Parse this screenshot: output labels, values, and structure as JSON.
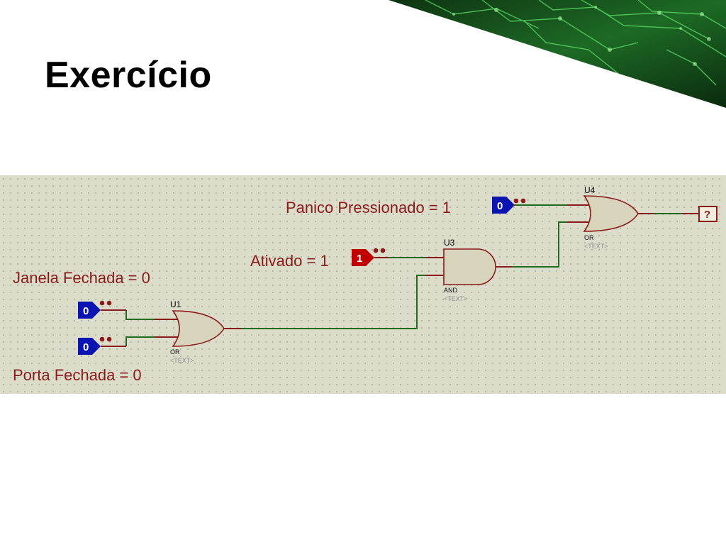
{
  "slide": {
    "title": "Exercício"
  },
  "colors": {
    "grid_background": "#dcdccb",
    "grid_dot": "#9a9a8a",
    "wire": "#1f6b1f",
    "pin": "#8b1a1a",
    "gate_fill": "#d8d3bb",
    "logic_low": "#0b14b0",
    "logic_high": "#c00000",
    "banner_green": "#2fae3c"
  },
  "schematic": {
    "labels": {
      "panico": "Panico Pressionado = 1",
      "ativado": "Ativado = 1",
      "janela": "Janela Fechada = 0",
      "porta": "Porta Fechada = 0"
    },
    "inputs": {
      "panico": {
        "value": "0",
        "state": "low"
      },
      "ativado": {
        "value": "1",
        "state": "high"
      },
      "janela": {
        "value": "0",
        "state": "low"
      },
      "porta": {
        "value": "0",
        "state": "low"
      }
    },
    "gates": {
      "u1": {
        "ref": "U1",
        "type": "OR",
        "text": "<TEXT>"
      },
      "u3": {
        "ref": "U3",
        "type": "AND",
        "text": "<TEXT>"
      },
      "u4": {
        "ref": "U4",
        "type": "OR",
        "text": "<TEXT>"
      }
    },
    "output_probe": {
      "value": "?"
    }
  }
}
